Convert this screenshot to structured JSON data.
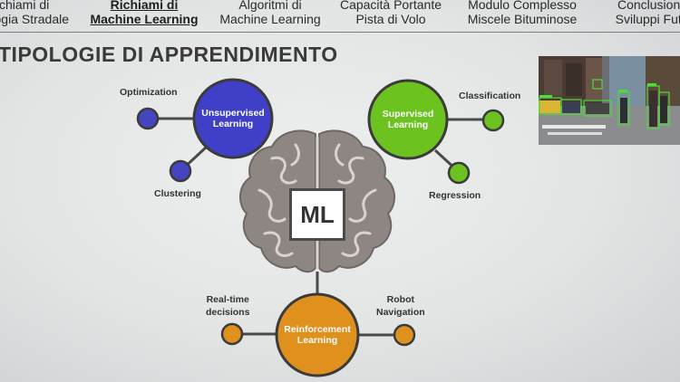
{
  "nav": {
    "items": [
      {
        "line1": "Richiami di",
        "line2": "Geologia Stradale",
        "active": false
      },
      {
        "line1": "Richiami di",
        "line2": "Machine Learning",
        "active": true
      },
      {
        "line1": "Algoritmi di",
        "line2": "Machine Learning",
        "active": false
      },
      {
        "line1": "Capacità Portante",
        "line2": "Pista di Volo",
        "active": false
      },
      {
        "line1": "Modulo Complesso",
        "line2": "Miscele Bituminose",
        "active": false
      },
      {
        "line1": "Conclusioni e",
        "line2": "Sviluppi Futuri",
        "active": false
      }
    ]
  },
  "slide": {
    "title": "TIPOLOGIE DI APPRENDIMENTO"
  },
  "diagram": {
    "center": "ML",
    "unsupervised": {
      "label_line1": "Unsupervised",
      "label_line2": "Learning",
      "color": "#3f3fc8",
      "leaves": [
        "Optimization",
        "Clustering"
      ]
    },
    "supervised": {
      "label_line1": "Supervised",
      "label_line2": "Learning",
      "color": "#6cc21f",
      "leaves": [
        "Classification",
        "Regression"
      ]
    },
    "reinforcement": {
      "label_line1": "Reinforcement",
      "label_line2": "Learning",
      "color": "#e0901c",
      "leaf1_line1": "Real-time",
      "leaf1_line2": "decisions",
      "leaf2_line1": "Robot",
      "leaf2_line2": "Navigation"
    }
  }
}
